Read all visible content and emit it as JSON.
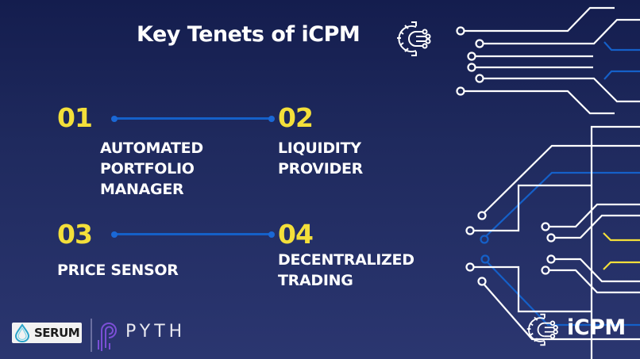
{
  "header": {
    "title": "Key Tenets of iCPM",
    "logo_icon": "gear-circuit-icon"
  },
  "tenets": [
    {
      "number": "01",
      "label_lines": [
        "AUTOMATED",
        "PORTFOLIO",
        "MANAGER"
      ]
    },
    {
      "number": "02",
      "label_lines": [
        "LIQUIDITY",
        "PROVIDER"
      ]
    },
    {
      "number": "03",
      "label_lines": [
        "PRICE SENSOR"
      ]
    },
    {
      "number": "04",
      "label_lines": [
        "DECENTRALIZED",
        "TRADING"
      ]
    }
  ],
  "footer": {
    "partners": [
      {
        "name": "SERUM",
        "icon": "water-drop-icon"
      },
      {
        "name": "PYTH",
        "icon": "pyth-p-icon"
      }
    ],
    "brand": "iCPM",
    "brand_icon": "gear-circuit-icon"
  },
  "colors": {
    "background_top": "#141d4e",
    "background_bottom": "#2b3670",
    "accent_yellow": "#f3df3a",
    "connector_blue": "#1560c8",
    "circuit_white": "#ffffff",
    "text_white": "#ffffff"
  }
}
